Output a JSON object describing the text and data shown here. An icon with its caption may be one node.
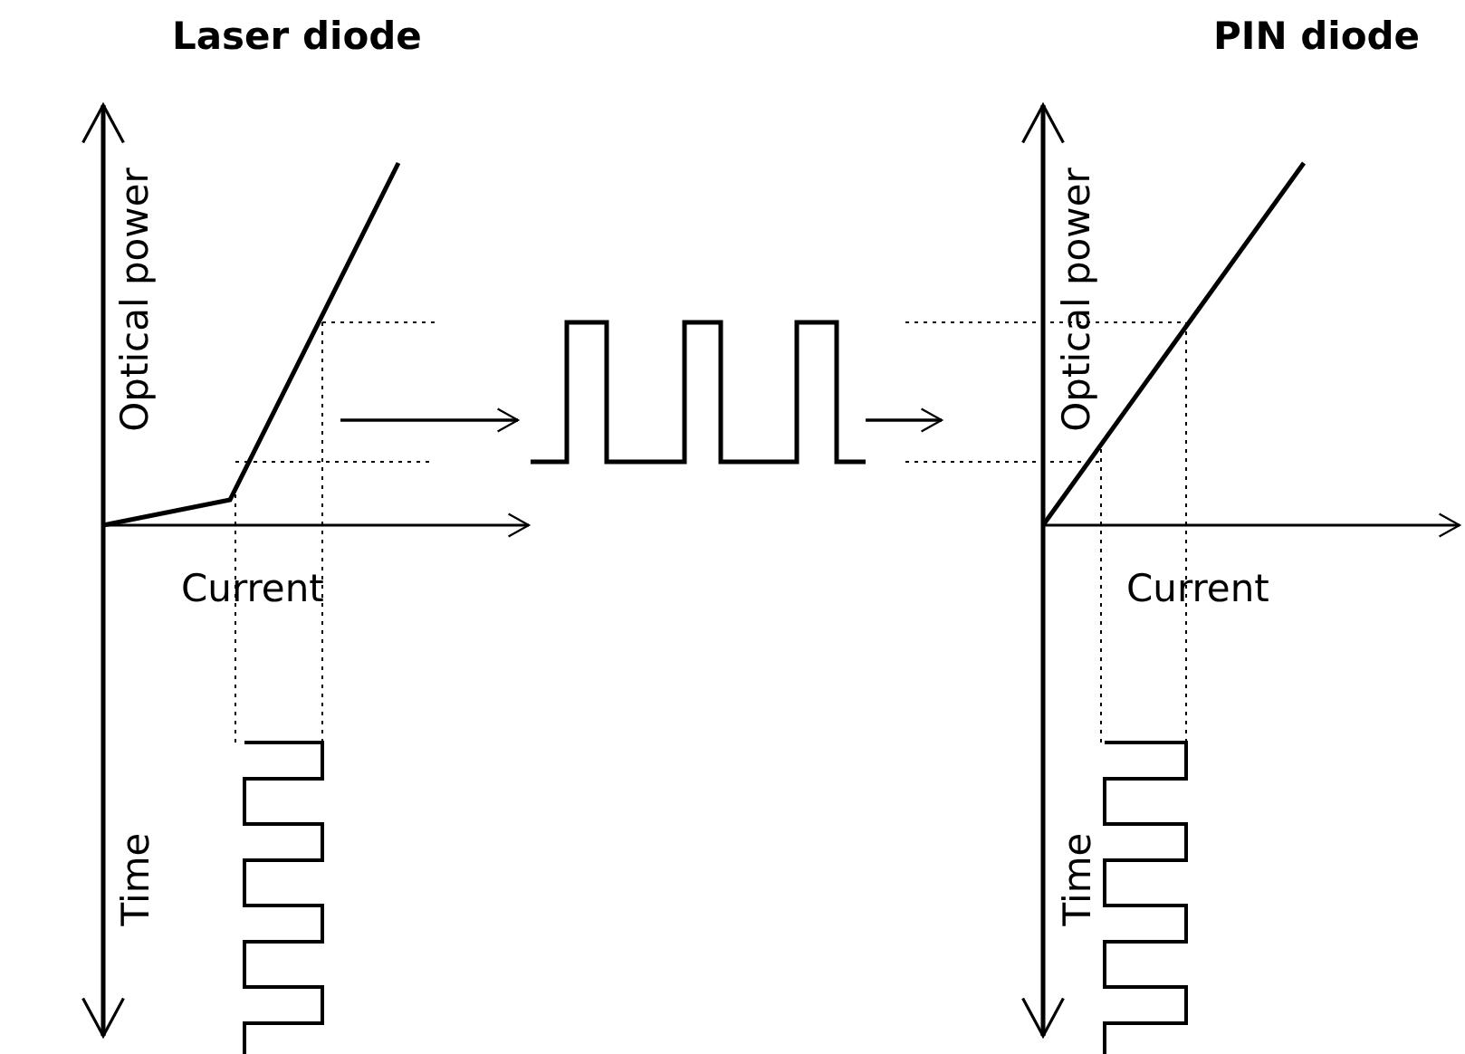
{
  "diagram": {
    "nodes": [
      {
        "text": [
          "Laser diode"
        ]
      },
      {
        "text": [],
        "shape": "picture"
      },
      {
        "text": [
          "PIN diode"
        ]
      }
    ],
    "edges": [
      {
        "from": 0,
        "to": 1,
        "arrow": "to"
      },
      {
        "from": 1,
        "to": 2,
        "arrow": "to"
      }
    ],
    "labels": [
      "Optical power",
      "Current",
      "Time",
      "Optical power",
      "Current",
      "Time"
    ]
  }
}
